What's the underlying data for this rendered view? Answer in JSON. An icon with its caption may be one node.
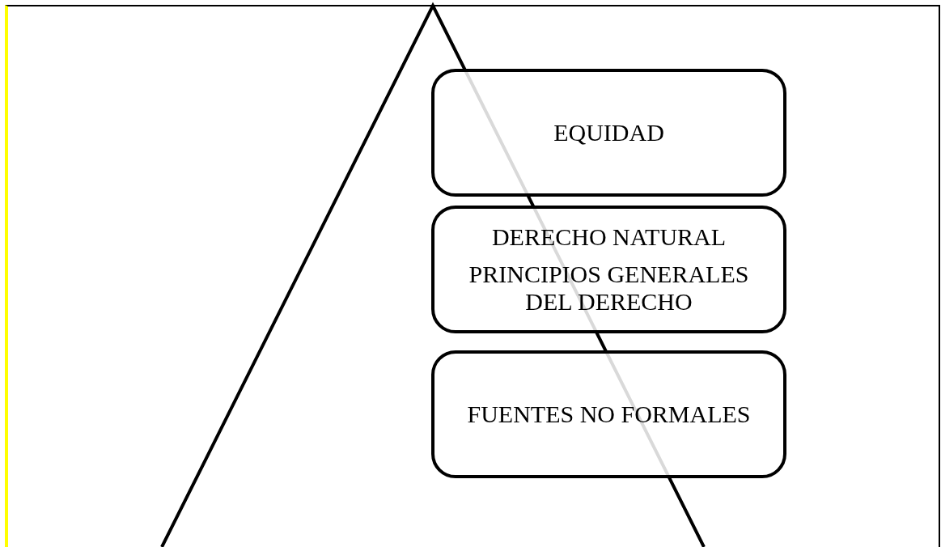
{
  "diagram": {
    "nodes": [
      {
        "text": [
          "EQUIDAD"
        ]
      },
      {
        "text": [
          "DERECHO NATURAL",
          "PRINCIPIOS GENERALES DEL DERECHO"
        ]
      },
      {
        "text": [
          "FUENTES NO FORMALES"
        ]
      }
    ]
  }
}
